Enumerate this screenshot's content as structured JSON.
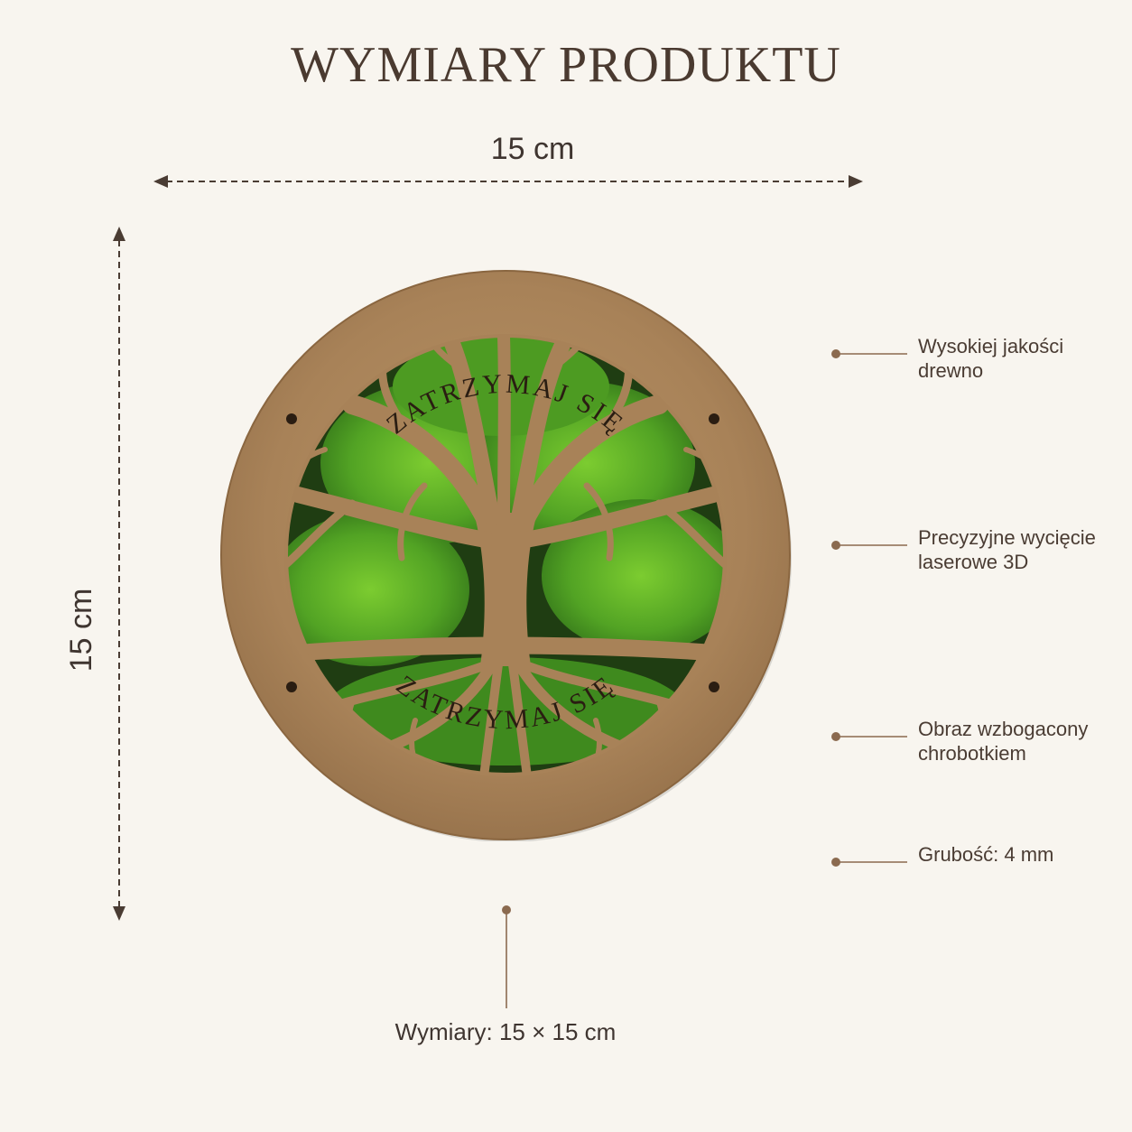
{
  "title": "WYMIARY PRODUKTU",
  "width_label": "15 cm",
  "height_label": "15 cm",
  "product": {
    "top_inscription": "ZATRZYMAJ SIĘ",
    "bottom_inscription": "ZATRZYMAJ SIĘ",
    "icon": "tree-of-life-icon"
  },
  "features": [
    {
      "text": "Wysokiej jakości drewno"
    },
    {
      "text": "Precyzyjne wycięcie laserowe 3D"
    },
    {
      "text": "Obraz wzbogacony chrobotkiem"
    },
    {
      "text": "Grubość: 4 mm"
    }
  ],
  "dimensions_label": "Wymiary: 15 × 15 cm",
  "colors": {
    "background": "#f8f5ef",
    "text": "#4a3c33",
    "line": "#8b6a4f",
    "wood": "#a8845a",
    "moss": "#5fae27"
  }
}
